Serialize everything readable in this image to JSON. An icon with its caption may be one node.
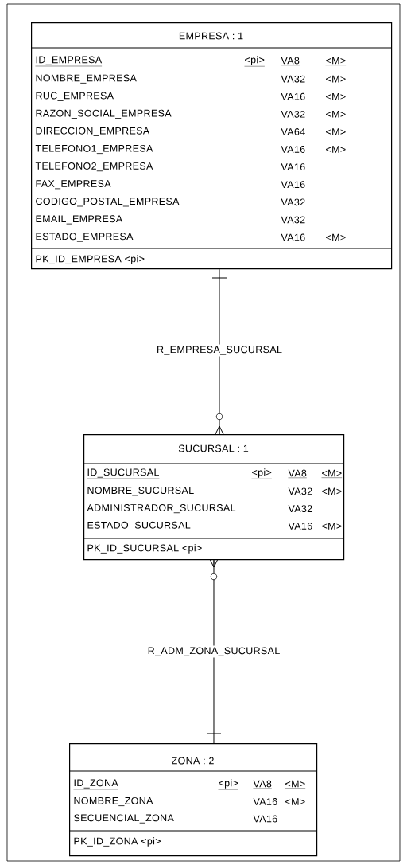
{
  "diagram": {
    "nodes": [
      {
        "text": [
          "EMPRESA : 1",
          "ID_EMPRESA",
          "<pi>",
          "VA8",
          "<M>",
          "NOMBRE_EMPRESA",
          "VA32",
          "<M>",
          "RUC_EMPRESA",
          "VA16",
          "<M>",
          "RAZON_SOCIAL_EMPRESA",
          "VA32",
          "<M>",
          "DIRECCION_EMPRESA",
          "VA64",
          "<M>",
          "TELEFONO1_EMPRESA",
          "VA16",
          "<M>",
          "TELEFONO2_EMPRESA",
          "VA16",
          "FAX_EMPRESA",
          "VA16",
          "CODIGO_POSTAL_EMPRESA",
          "VA32",
          "EMAIL_EMPRESA",
          "VA32",
          "ESTADO_EMPRESA",
          "VA16",
          "<M>",
          "PK_ID_EMPRESA <pi>"
        ]
      },
      {
        "text": [
          "SUCURSAL : 1",
          "ID_SUCURSAL",
          "<pi>",
          "VA8",
          "<M>",
          "NOMBRE_SUCURSAL",
          "VA32",
          "<M>",
          "ADMINISTRADOR_SUCURSAL",
          "VA32",
          "ESTADO_SUCURSAL",
          "VA16",
          "<M>",
          "PK_ID_SUCURSAL <pi>"
        ]
      },
      {
        "text": [
          "ZONA : 2",
          "ID_ZONA",
          "<pi>",
          "VA8",
          "<M>",
          "NOMBRE_ZONA",
          "VA16",
          "<M>",
          "SECUENCIAL_ZONA",
          "VA16",
          "PK_ID_ZONA <pi>"
        ]
      }
    ],
    "edges": [
      {
        "from": 0,
        "to": 1,
        "arrow": "other",
        "label": "R_EMPRESA_SUCURSAL"
      },
      {
        "from": 1,
        "to": 2,
        "arrow": "other",
        "label": "R_ADM_ZONA_SUCURSAL"
      }
    ]
  }
}
